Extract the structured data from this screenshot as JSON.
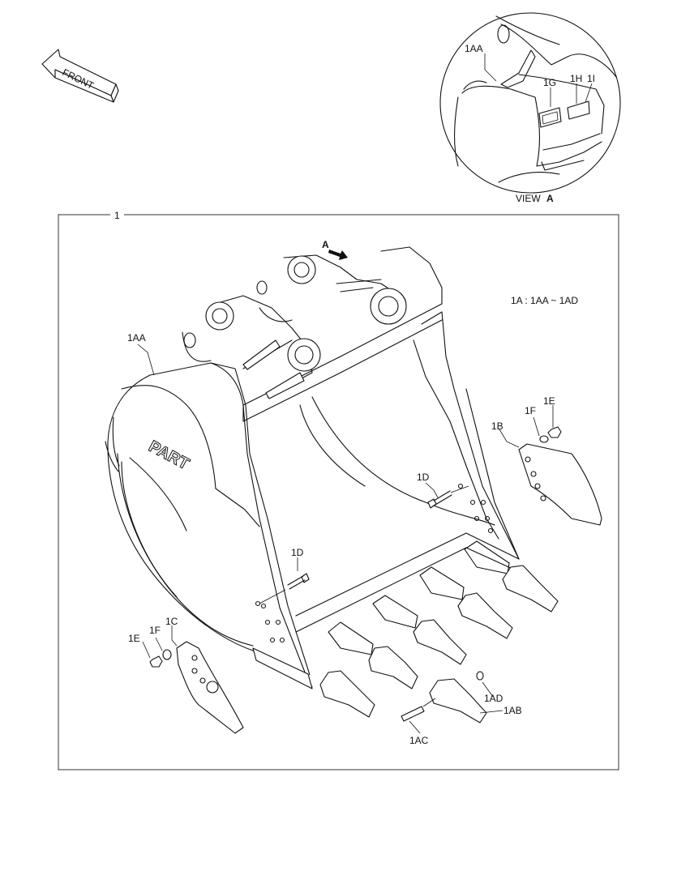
{
  "front_arrow": {
    "label": "FRONT"
  },
  "view_detail": {
    "caption_prefix": "VIEW",
    "caption_letter": "A",
    "callouts": [
      "1AA",
      "1G",
      "1H",
      "1I"
    ]
  },
  "main_frame": {
    "group_number": "1",
    "note": "1A : 1AA ~ 1AD",
    "view_arrow_letter": "A",
    "bucket_logo": "PART"
  },
  "callouts": {
    "c_1AA": "1AA",
    "c_1E_right": "1E",
    "c_1F_right": "1F",
    "c_1B": "1B",
    "c_1D_right": "1D",
    "c_1D_left": "1D",
    "c_1C": "1C",
    "c_1F_left": "1F",
    "c_1E_left": "1E",
    "c_1AD": "1AD",
    "c_1AB": "1AB",
    "c_1AC": "1AC"
  }
}
